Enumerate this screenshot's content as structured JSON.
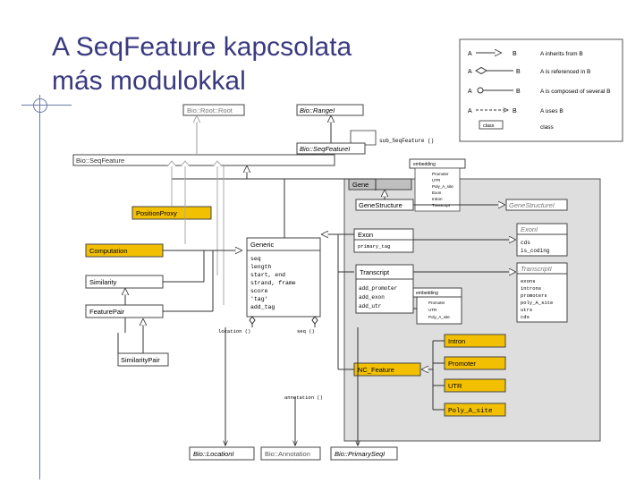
{
  "title_line1": "A SeqFeature kapcsolata",
  "title_line2": "más modulokkal",
  "legend": [
    {
      "left": "A",
      "right": "B",
      "text": "A inherits from B"
    },
    {
      "left": "A",
      "right": "B",
      "text": "A is referenced in B"
    },
    {
      "left": "A",
      "right": "B",
      "text": "A is composed of several B"
    },
    {
      "left": "A",
      "right": "B",
      "text": "A uses B"
    },
    {
      "left": "class",
      "right": "",
      "text": "class"
    }
  ],
  "classes": {
    "bio_root_root": "Bio::Root::Root",
    "bio_range": "Bio::RangeI",
    "bio_seqfeature_i": "Bio::SeqFeatureI",
    "bio_seqfeature": "Bio::SeqFeature",
    "gene": "Gene",
    "gene_structure": "GeneStructure",
    "gene_structure_i": "GeneStructureI",
    "position_proxy": "PositionProxy",
    "generic": "Generic",
    "computation": "Computation",
    "similarity": "Similarity",
    "feature_pair": "FeaturePair",
    "exon": "Exon",
    "exon_i": "ExonI",
    "transcript": "Transcript",
    "transcript_i": "TranscriptI",
    "similarity_pair": "SimilarityPair",
    "intron": "Intron",
    "promoter": "Promoter",
    "nc_feature": "NC_Feature",
    "utr": "UTR",
    "poly_a_site": "Poly_A_site",
    "bio_location_i": "Bio::LocationI",
    "bio_annotation": "Bio::Annotation",
    "bio_primary_seq_i": "Bio::PrimarySeqI"
  },
  "generic_attrs": [
    "seq",
    "length",
    "start, end",
    "strand, frame",
    "score",
    "'tag'",
    "add_tag"
  ],
  "exon_i_attrs": [
    "cds",
    "is_coding"
  ],
  "transcript_i_attrs": [
    "exons",
    "introns",
    "promoters",
    "poly_A_site",
    "utrs",
    "cds"
  ],
  "transcript_methods": [
    "add_promoter",
    "add_exon",
    "add_utr"
  ],
  "gene_embed_label": "embedding",
  "gene_embed_items": [
    "Promoter",
    "UTR",
    "Poly_A_site",
    "Exon",
    "Intron",
    "Transcript"
  ],
  "transcript_embed_label": "embedding",
  "transcript_embed_items": [
    "Promoter",
    "UTR",
    "Poly_A_site"
  ],
  "labels": {
    "sub_seqfeature": "sub_SeqFeature ()",
    "primary_tag": "primary_tag",
    "location": "location ()",
    "seq": "seq ()",
    "annotation": "annotation ()"
  }
}
